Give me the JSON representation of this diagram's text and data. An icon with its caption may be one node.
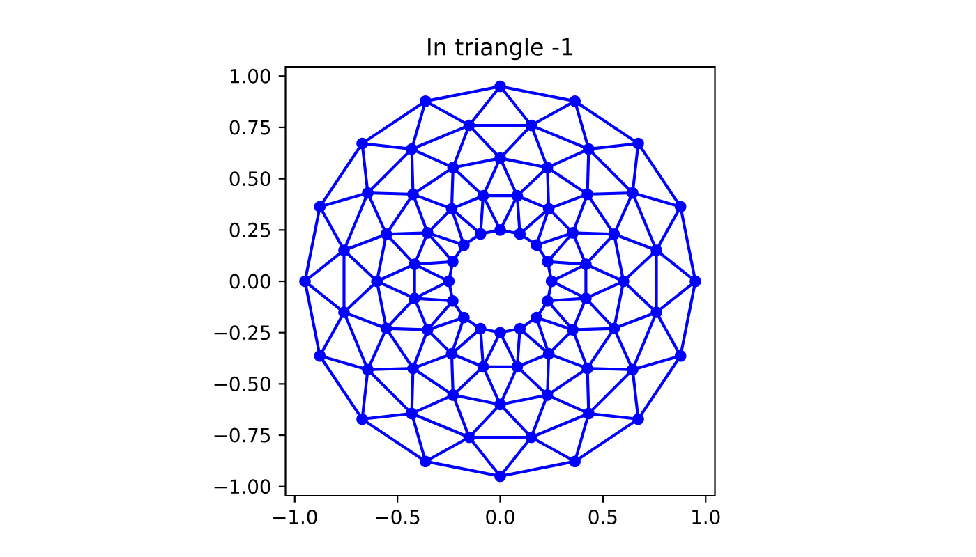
{
  "diagram": {
    "title": "In triangle -1",
    "nodes": [
      {
        "text": [],
        "shape": "circle"
      },
      {
        "text": [],
        "shape": "circle"
      },
      {
        "text": [],
        "shape": "circle"
      },
      {
        "text": [],
        "shape": "circle"
      },
      {
        "text": [],
        "shape": "circle"
      },
      {
        "text": [],
        "shape": "circle"
      },
      {
        "text": [],
        "shape": "circle"
      },
      {
        "text": [],
        "shape": "circle"
      },
      {
        "text": [],
        "shape": "circle"
      },
      {
        "text": [],
        "shape": "circle"
      },
      {
        "text": [],
        "shape": "circle"
      },
      {
        "text": [],
        "shape": "circle"
      },
      {
        "text": [],
        "shape": "circle"
      },
      {
        "text": [],
        "shape": "circle"
      },
      {
        "text": [],
        "shape": "circle"
      },
      {
        "text": [],
        "shape": "circle"
      },
      {
        "text": [],
        "shape": "circle"
      },
      {
        "text": [],
        "shape": "circle"
      },
      {
        "text": [],
        "shape": "circle"
      },
      {
        "text": [],
        "shape": "circle"
      },
      {
        "text": [],
        "shape": "circle"
      },
      {
        "text": [],
        "shape": "circle"
      },
      {
        "text": [],
        "shape": "circle"
      },
      {
        "text": [],
        "shape": "circle"
      },
      {
        "text": [],
        "shape": "circle"
      },
      {
        "text": [],
        "shape": "circle"
      },
      {
        "text": [],
        "shape": "circle"
      },
      {
        "text": [],
        "shape": "circle"
      },
      {
        "text": [],
        "shape": "circle"
      },
      {
        "text": [],
        "shape": "circle"
      },
      {
        "text": [],
        "shape": "circle"
      },
      {
        "text": [],
        "shape": "circle"
      },
      {
        "text": [],
        "shape": "circle"
      },
      {
        "text": [],
        "shape": "circle"
      },
      {
        "text": [],
        "shape": "circle"
      },
      {
        "text": [],
        "shape": "circle"
      },
      {
        "text": [],
        "shape": "circle"
      },
      {
        "text": [],
        "shape": "circle"
      },
      {
        "text": [],
        "shape": "circle"
      },
      {
        "text": [],
        "shape": "circle"
      },
      {
        "text": [],
        "shape": "circle"
      },
      {
        "text": [],
        "shape": "circle"
      },
      {
        "text": [],
        "shape": "circle"
      },
      {
        "text": [],
        "shape": "circle"
      },
      {
        "text": [],
        "shape": "circle"
      },
      {
        "text": [],
        "shape": "circle"
      },
      {
        "text": [],
        "shape": "circle"
      },
      {
        "text": [],
        "shape": "circle"
      },
      {
        "text": [],
        "shape": "circle"
      },
      {
        "text": [],
        "shape": "circle"
      },
      {
        "text": [],
        "shape": "circle"
      },
      {
        "text": [],
        "shape": "circle"
      },
      {
        "text": [],
        "shape": "circle"
      },
      {
        "text": [],
        "shape": "circle"
      },
      {
        "text": [],
        "shape": "circle"
      },
      {
        "text": [],
        "shape": "circle"
      },
      {
        "text": [],
        "shape": "circle"
      },
      {
        "text": [],
        "shape": "circle"
      },
      {
        "text": [],
        "shape": "circle"
      },
      {
        "text": [],
        "shape": "circle"
      },
      {
        "text": [],
        "shape": "circle"
      },
      {
        "text": [],
        "shape": "circle"
      },
      {
        "text": [],
        "shape": "circle"
      },
      {
        "text": [],
        "shape": "circle"
      },
      {
        "text": [],
        "shape": "circle"
      },
      {
        "text": [],
        "shape": "circle"
      },
      {
        "text": [],
        "shape": "circle"
      },
      {
        "text": [],
        "shape": "circle"
      },
      {
        "text": [],
        "shape": "circle"
      },
      {
        "text": [],
        "shape": "circle"
      },
      {
        "text": [],
        "shape": "circle"
      },
      {
        "text": [],
        "shape": "circle"
      },
      {
        "text": [],
        "shape": "circle"
      },
      {
        "text": [],
        "shape": "circle"
      },
      {
        "text": [],
        "shape": "circle"
      },
      {
        "text": [],
        "shape": "circle"
      },
      {
        "text": [],
        "shape": "circle"
      },
      {
        "text": [],
        "shape": "circle"
      },
      {
        "text": [],
        "shape": "circle"
      },
      {
        "text": [],
        "shape": "circle"
      }
    ],
    "edges": [
      {
        "from": 0,
        "to": 1,
        "arrow": "none"
      },
      {
        "from": 1,
        "to": 2,
        "arrow": "none"
      },
      {
        "from": 2,
        "to": 3,
        "arrow": "none"
      },
      {
        "from": 3,
        "to": 4,
        "arrow": "none"
      },
      {
        "from": 4,
        "to": 5,
        "arrow": "none"
      },
      {
        "from": 5,
        "to": 6,
        "arrow": "none"
      },
      {
        "from": 6,
        "to": 7,
        "arrow": "none"
      },
      {
        "from": 7,
        "to": 8,
        "arrow": "none"
      },
      {
        "from": 8,
        "to": 9,
        "arrow": "none"
      },
      {
        "from": 9,
        "to": 10,
        "arrow": "none"
      },
      {
        "from": 10,
        "to": 11,
        "arrow": "none"
      },
      {
        "from": 11,
        "to": 12,
        "arrow": "none"
      },
      {
        "from": 12,
        "to": 13,
        "arrow": "none"
      },
      {
        "from": 13,
        "to": 14,
        "arrow": "none"
      },
      {
        "from": 14,
        "to": 15,
        "arrow": "none"
      },
      {
        "from": 15,
        "to": 0,
        "arrow": "none"
      },
      {
        "from": 16,
        "to": 17,
        "arrow": "none"
      },
      {
        "from": 17,
        "to": 18,
        "arrow": "none"
      },
      {
        "from": 18,
        "to": 19,
        "arrow": "none"
      },
      {
        "from": 19,
        "to": 20,
        "arrow": "none"
      },
      {
        "from": 20,
        "to": 21,
        "arrow": "none"
      },
      {
        "from": 21,
        "to": 22,
        "arrow": "none"
      },
      {
        "from": 22,
        "to": 23,
        "arrow": "none"
      },
      {
        "from": 23,
        "to": 24,
        "arrow": "none"
      },
      {
        "from": 24,
        "to": 25,
        "arrow": "none"
      },
      {
        "from": 25,
        "to": 26,
        "arrow": "none"
      },
      {
        "from": 26,
        "to": 27,
        "arrow": "none"
      },
      {
        "from": 27,
        "to": 28,
        "arrow": "none"
      },
      {
        "from": 28,
        "to": 29,
        "arrow": "none"
      },
      {
        "from": 29,
        "to": 30,
        "arrow": "none"
      },
      {
        "from": 30,
        "to": 31,
        "arrow": "none"
      },
      {
        "from": 31,
        "to": 16,
        "arrow": "none"
      },
      {
        "from": 32,
        "to": 33,
        "arrow": "none"
      },
      {
        "from": 33,
        "to": 34,
        "arrow": "none"
      },
      {
        "from": 34,
        "to": 35,
        "arrow": "none"
      },
      {
        "from": 35,
        "to": 36,
        "arrow": "none"
      },
      {
        "from": 36,
        "to": 37,
        "arrow": "none"
      },
      {
        "from": 37,
        "to": 38,
        "arrow": "none"
      },
      {
        "from": 38,
        "to": 39,
        "arrow": "none"
      },
      {
        "from": 39,
        "to": 40,
        "arrow": "none"
      },
      {
        "from": 40,
        "to": 41,
        "arrow": "none"
      },
      {
        "from": 41,
        "to": 42,
        "arrow": "none"
      },
      {
        "from": 42,
        "to": 43,
        "arrow": "none"
      },
      {
        "from": 43,
        "to": 44,
        "arrow": "none"
      },
      {
        "from": 44,
        "to": 45,
        "arrow": "none"
      },
      {
        "from": 45,
        "to": 46,
        "arrow": "none"
      },
      {
        "from": 46,
        "to": 47,
        "arrow": "none"
      },
      {
        "from": 47,
        "to": 32,
        "arrow": "none"
      },
      {
        "from": 48,
        "to": 49,
        "arrow": "none"
      },
      {
        "from": 49,
        "to": 50,
        "arrow": "none"
      },
      {
        "from": 50,
        "to": 51,
        "arrow": "none"
      },
      {
        "from": 51,
        "to": 52,
        "arrow": "none"
      },
      {
        "from": 52,
        "to": 53,
        "arrow": "none"
      },
      {
        "from": 53,
        "to": 54,
        "arrow": "none"
      },
      {
        "from": 54,
        "to": 55,
        "arrow": "none"
      },
      {
        "from": 55,
        "to": 56,
        "arrow": "none"
      },
      {
        "from": 56,
        "to": 57,
        "arrow": "none"
      },
      {
        "from": 57,
        "to": 58,
        "arrow": "none"
      },
      {
        "from": 58,
        "to": 59,
        "arrow": "none"
      },
      {
        "from": 59,
        "to": 60,
        "arrow": "none"
      },
      {
        "from": 60,
        "to": 61,
        "arrow": "none"
      },
      {
        "from": 61,
        "to": 62,
        "arrow": "none"
      },
      {
        "from": 62,
        "to": 63,
        "arrow": "none"
      },
      {
        "from": 63,
        "to": 48,
        "arrow": "none"
      },
      {
        "from": 64,
        "to": 65,
        "arrow": "none"
      },
      {
        "from": 65,
        "to": 66,
        "arrow": "none"
      },
      {
        "from": 66,
        "to": 67,
        "arrow": "none"
      },
      {
        "from": 67,
        "to": 68,
        "arrow": "none"
      },
      {
        "from": 68,
        "to": 69,
        "arrow": "none"
      },
      {
        "from": 69,
        "to": 70,
        "arrow": "none"
      },
      {
        "from": 70,
        "to": 71,
        "arrow": "none"
      },
      {
        "from": 71,
        "to": 72,
        "arrow": "none"
      },
      {
        "from": 72,
        "to": 73,
        "arrow": "none"
      },
      {
        "from": 73,
        "to": 74,
        "arrow": "none"
      },
      {
        "from": 74,
        "to": 75,
        "arrow": "none"
      },
      {
        "from": 75,
        "to": 76,
        "arrow": "none"
      },
      {
        "from": 76,
        "to": 77,
        "arrow": "none"
      },
      {
        "from": 77,
        "to": 78,
        "arrow": "none"
      },
      {
        "from": 78,
        "to": 79,
        "arrow": "none"
      },
      {
        "from": 79,
        "to": 64,
        "arrow": "none"
      },
      {
        "from": 0,
        "to": 16,
        "arrow": "none"
      },
      {
        "from": 0,
        "to": 31,
        "arrow": "none"
      },
      {
        "from": 1,
        "to": 17,
        "arrow": "none"
      },
      {
        "from": 1,
        "to": 16,
        "arrow": "none"
      },
      {
        "from": 2,
        "to": 18,
        "arrow": "none"
      },
      {
        "from": 2,
        "to": 17,
        "arrow": "none"
      },
      {
        "from": 3,
        "to": 19,
        "arrow": "none"
      },
      {
        "from": 3,
        "to": 18,
        "arrow": "none"
      },
      {
        "from": 4,
        "to": 20,
        "arrow": "none"
      },
      {
        "from": 4,
        "to": 19,
        "arrow": "none"
      },
      {
        "from": 5,
        "to": 21,
        "arrow": "none"
      },
      {
        "from": 5,
        "to": 20,
        "arrow": "none"
      },
      {
        "from": 6,
        "to": 22,
        "arrow": "none"
      },
      {
        "from": 6,
        "to": 21,
        "arrow": "none"
      },
      {
        "from": 7,
        "to": 23,
        "arrow": "none"
      },
      {
        "from": 7,
        "to": 22,
        "arrow": "none"
      },
      {
        "from": 8,
        "to": 24,
        "arrow": "none"
      },
      {
        "from": 8,
        "to": 23,
        "arrow": "none"
      },
      {
        "from": 9,
        "to": 25,
        "arrow": "none"
      },
      {
        "from": 9,
        "to": 24,
        "arrow": "none"
      },
      {
        "from": 10,
        "to": 26,
        "arrow": "none"
      },
      {
        "from": 10,
        "to": 25,
        "arrow": "none"
      },
      {
        "from": 11,
        "to": 27,
        "arrow": "none"
      },
      {
        "from": 11,
        "to": 26,
        "arrow": "none"
      },
      {
        "from": 12,
        "to": 28,
        "arrow": "none"
      },
      {
        "from": 12,
        "to": 27,
        "arrow": "none"
      },
      {
        "from": 13,
        "to": 29,
        "arrow": "none"
      },
      {
        "from": 13,
        "to": 28,
        "arrow": "none"
      },
      {
        "from": 14,
        "to": 30,
        "arrow": "none"
      },
      {
        "from": 14,
        "to": 29,
        "arrow": "none"
      },
      {
        "from": 15,
        "to": 31,
        "arrow": "none"
      },
      {
        "from": 15,
        "to": 30,
        "arrow": "none"
      },
      {
        "from": 16,
        "to": 32,
        "arrow": "none"
      },
      {
        "from": 16,
        "to": 33,
        "arrow": "none"
      },
      {
        "from": 17,
        "to": 33,
        "arrow": "none"
      },
      {
        "from": 17,
        "to": 34,
        "arrow": "none"
      },
      {
        "from": 18,
        "to": 34,
        "arrow": "none"
      },
      {
        "from": 18,
        "to": 35,
        "arrow": "none"
      },
      {
        "from": 19,
        "to": 35,
        "arrow": "none"
      },
      {
        "from": 19,
        "to": 36,
        "arrow": "none"
      },
      {
        "from": 20,
        "to": 36,
        "arrow": "none"
      },
      {
        "from": 20,
        "to": 37,
        "arrow": "none"
      },
      {
        "from": 21,
        "to": 37,
        "arrow": "none"
      },
      {
        "from": 21,
        "to": 38,
        "arrow": "none"
      },
      {
        "from": 22,
        "to": 38,
        "arrow": "none"
      },
      {
        "from": 22,
        "to": 39,
        "arrow": "none"
      },
      {
        "from": 23,
        "to": 39,
        "arrow": "none"
      },
      {
        "from": 23,
        "to": 40,
        "arrow": "none"
      },
      {
        "from": 24,
        "to": 40,
        "arrow": "none"
      },
      {
        "from": 24,
        "to": 41,
        "arrow": "none"
      },
      {
        "from": 25,
        "to": 41,
        "arrow": "none"
      },
      {
        "from": 25,
        "to": 42,
        "arrow": "none"
      },
      {
        "from": 26,
        "to": 42,
        "arrow": "none"
      },
      {
        "from": 26,
        "to": 43,
        "arrow": "none"
      },
      {
        "from": 27,
        "to": 43,
        "arrow": "none"
      },
      {
        "from": 27,
        "to": 44,
        "arrow": "none"
      },
      {
        "from": 28,
        "to": 44,
        "arrow": "none"
      },
      {
        "from": 28,
        "to": 45,
        "arrow": "none"
      },
      {
        "from": 29,
        "to": 45,
        "arrow": "none"
      },
      {
        "from": 29,
        "to": 46,
        "arrow": "none"
      },
      {
        "from": 30,
        "to": 46,
        "arrow": "none"
      },
      {
        "from": 30,
        "to": 47,
        "arrow": "none"
      },
      {
        "from": 31,
        "to": 47,
        "arrow": "none"
      },
      {
        "from": 31,
        "to": 32,
        "arrow": "none"
      },
      {
        "from": 32,
        "to": 48,
        "arrow": "none"
      },
      {
        "from": 32,
        "to": 63,
        "arrow": "none"
      },
      {
        "from": 33,
        "to": 49,
        "arrow": "none"
      },
      {
        "from": 33,
        "to": 48,
        "arrow": "none"
      },
      {
        "from": 34,
        "to": 50,
        "arrow": "none"
      },
      {
        "from": 34,
        "to": 49,
        "arrow": "none"
      },
      {
        "from": 35,
        "to": 51,
        "arrow": "none"
      },
      {
        "from": 35,
        "to": 50,
        "arrow": "none"
      },
      {
        "from": 36,
        "to": 52,
        "arrow": "none"
      },
      {
        "from": 36,
        "to": 51,
        "arrow": "none"
      },
      {
        "from": 37,
        "to": 53,
        "arrow": "none"
      },
      {
        "from": 37,
        "to": 52,
        "arrow": "none"
      },
      {
        "from": 38,
        "to": 54,
        "arrow": "none"
      },
      {
        "from": 38,
        "to": 53,
        "arrow": "none"
      },
      {
        "from": 39,
        "to": 55,
        "arrow": "none"
      },
      {
        "from": 39,
        "to": 54,
        "arrow": "none"
      },
      {
        "from": 40,
        "to": 56,
        "arrow": "none"
      },
      {
        "from": 40,
        "to": 55,
        "arrow": "none"
      },
      {
        "from": 41,
        "to": 57,
        "arrow": "none"
      },
      {
        "from": 41,
        "to": 56,
        "arrow": "none"
      },
      {
        "from": 42,
        "to": 58,
        "arrow": "none"
      },
      {
        "from": 42,
        "to": 57,
        "arrow": "none"
      },
      {
        "from": 43,
        "to": 59,
        "arrow": "none"
      },
      {
        "from": 43,
        "to": 58,
        "arrow": "none"
      },
      {
        "from": 44,
        "to": 60,
        "arrow": "none"
      },
      {
        "from": 44,
        "to": 59,
        "arrow": "none"
      },
      {
        "from": 45,
        "to": 61,
        "arrow": "none"
      },
      {
        "from": 45,
        "to": 60,
        "arrow": "none"
      },
      {
        "from": 46,
        "to": 62,
        "arrow": "none"
      },
      {
        "from": 46,
        "to": 61,
        "arrow": "none"
      },
      {
        "from": 47,
        "to": 63,
        "arrow": "none"
      },
      {
        "from": 47,
        "to": 62,
        "arrow": "none"
      },
      {
        "from": 48,
        "to": 64,
        "arrow": "none"
      },
      {
        "from": 48,
        "to": 65,
        "arrow": "none"
      },
      {
        "from": 49,
        "to": 65,
        "arrow": "none"
      },
      {
        "from": 49,
        "to": 66,
        "arrow": "none"
      },
      {
        "from": 50,
        "to": 66,
        "arrow": "none"
      },
      {
        "from": 50,
        "to": 67,
        "arrow": "none"
      },
      {
        "from": 51,
        "to": 67,
        "arrow": "none"
      },
      {
        "from": 51,
        "to": 68,
        "arrow": "none"
      },
      {
        "from": 52,
        "to": 68,
        "arrow": "none"
      },
      {
        "from": 52,
        "to": 69,
        "arrow": "none"
      },
      {
        "from": 53,
        "to": 69,
        "arrow": "none"
      },
      {
        "from": 53,
        "to": 70,
        "arrow": "none"
      },
      {
        "from": 54,
        "to": 70,
        "arrow": "none"
      },
      {
        "from": 54,
        "to": 71,
        "arrow": "none"
      },
      {
        "from": 55,
        "to": 71,
        "arrow": "none"
      },
      {
        "from": 55,
        "to": 72,
        "arrow": "none"
      },
      {
        "from": 56,
        "to": 72,
        "arrow": "none"
      },
      {
        "from": 56,
        "to": 73,
        "arrow": "none"
      },
      {
        "from": 57,
        "to": 73,
        "arrow": "none"
      },
      {
        "from": 57,
        "to": 74,
        "arrow": "none"
      },
      {
        "from": 58,
        "to": 74,
        "arrow": "none"
      },
      {
        "from": 58,
        "to": 75,
        "arrow": "none"
      },
      {
        "from": 59,
        "to": 75,
        "arrow": "none"
      },
      {
        "from": 59,
        "to": 76,
        "arrow": "none"
      },
      {
        "from": 60,
        "to": 76,
        "arrow": "none"
      },
      {
        "from": 60,
        "to": 77,
        "arrow": "none"
      },
      {
        "from": 61,
        "to": 77,
        "arrow": "none"
      },
      {
        "from": 61,
        "to": 78,
        "arrow": "none"
      },
      {
        "from": 62,
        "to": 78,
        "arrow": "none"
      },
      {
        "from": 62,
        "to": 79,
        "arrow": "none"
      },
      {
        "from": 63,
        "to": 79,
        "arrow": "none"
      },
      {
        "from": 63,
        "to": 64,
        "arrow": "none"
      }
    ],
    "labels": [
      "1.00",
      "0.75",
      "0.50",
      "0.25",
      "0.00",
      "−0.25",
      "−0.50",
      "−0.75",
      "−1.00",
      "−1.0",
      "−0.5",
      "0.0",
      "0.5",
      "1.0"
    ]
  }
}
